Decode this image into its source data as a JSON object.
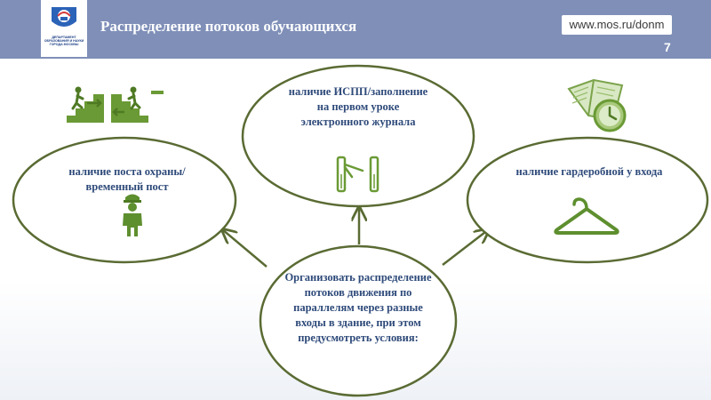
{
  "header": {
    "title": "Распределение потоков обучающихся",
    "website": "www.mos.ru/donm",
    "page_number": "7",
    "logo_text": "ДЕПАРТАМЕНТ ОБРАЗОВАНИЯ И НАУКИ ГОРОДА МОСКВЫ"
  },
  "diagram": {
    "center": "Организовать распределение потоков движения по параллелям через разные входы в здание, при этом предусмотреть условия:",
    "top": "наличие ИСПП/заполнение на первом уроке электронного журнала",
    "left": "наличие поста охраны/временный пост",
    "right": "наличие гардеробной у входа"
  },
  "colors": {
    "header": "#7f8fb8",
    "ellipse_border": "#5a6b33",
    "text": "#2e4a7a",
    "icon": "#5e8f2f"
  },
  "icons": [
    "stairs-icon",
    "turnstile-icon",
    "guard-icon",
    "hanger-icon",
    "book-clock-icon"
  ]
}
